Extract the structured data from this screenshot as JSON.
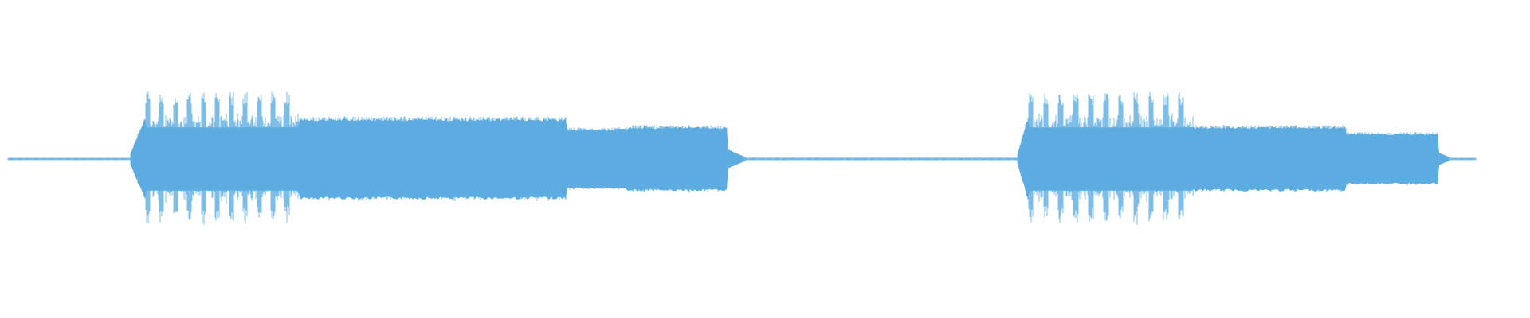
{
  "waveform": {
    "color": "#5dade2",
    "baseline_color": "#7fbde6",
    "duration_fraction_start": 0.0,
    "duration_fraction_end": 1.0,
    "segments": [
      {
        "name": "leading-silence",
        "start": 0.005,
        "end": 0.085,
        "amplitude": 0.01
      },
      {
        "name": "burst-1-attack",
        "start": 0.085,
        "end": 0.095,
        "amplitude": 0.35
      },
      {
        "name": "burst-1-staccato",
        "start": 0.095,
        "end": 0.195,
        "amplitude": 0.85,
        "pulsed": true
      },
      {
        "name": "burst-1-sustain",
        "start": 0.195,
        "end": 0.37,
        "amplitude": 0.6
      },
      {
        "name": "burst-1-dip",
        "start": 0.37,
        "end": 0.41,
        "amplitude": 0.45
      },
      {
        "name": "burst-1-tail",
        "start": 0.41,
        "end": 0.475,
        "amplitude": 0.48
      },
      {
        "name": "burst-1-release",
        "start": 0.475,
        "end": 0.49,
        "amplitude": 0.15
      },
      {
        "name": "mid-silence",
        "start": 0.49,
        "end": 0.665,
        "amplitude": 0.02
      },
      {
        "name": "burst-2-attack",
        "start": 0.665,
        "end": 0.672,
        "amplitude": 0.35
      },
      {
        "name": "burst-2-staccato",
        "start": 0.672,
        "end": 0.78,
        "amplitude": 0.85,
        "pulsed": true
      },
      {
        "name": "burst-2-sustain",
        "start": 0.78,
        "end": 0.88,
        "amplitude": 0.48
      },
      {
        "name": "burst-2-tail",
        "start": 0.88,
        "end": 0.94,
        "amplitude": 0.38
      },
      {
        "name": "burst-2-release",
        "start": 0.94,
        "end": 0.95,
        "amplitude": 0.1
      },
      {
        "name": "trailing-silence",
        "start": 0.95,
        "end": 0.965,
        "amplitude": 0.01
      }
    ]
  }
}
